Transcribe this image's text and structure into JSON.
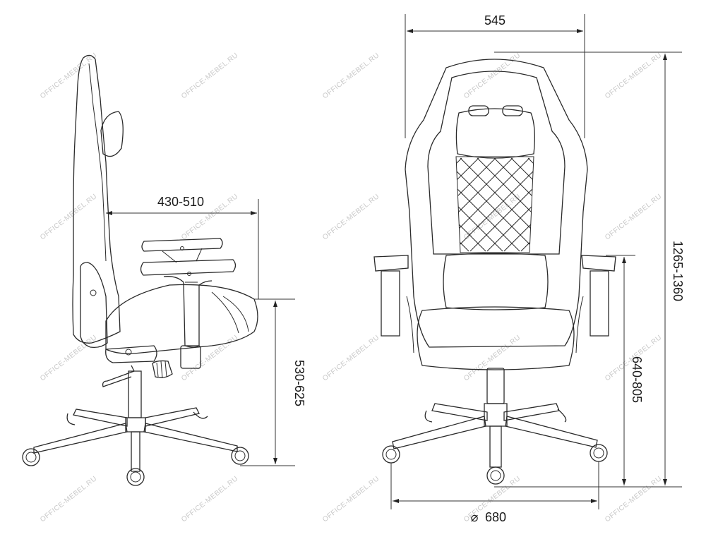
{
  "dimensions": {
    "side_seat_depth": "430-510",
    "side_seat_height": "530-625",
    "front_width": "545",
    "front_total_height": "1265-1360",
    "front_armrest_height": "640-805",
    "front_base_diameter": "680",
    "diameter_symbol": "⌀"
  },
  "watermark": "OFFICE-MEBEL.RU",
  "colors": {
    "line": "#2a2a2a",
    "watermark": "#c8c8c8"
  }
}
